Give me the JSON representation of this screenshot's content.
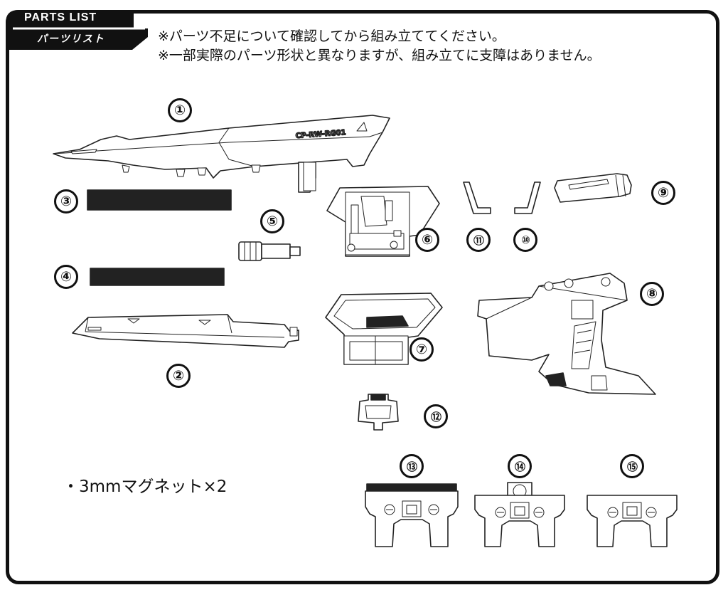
{
  "header": {
    "title_en": "PARTS LIST",
    "title_ja": "パーツリスト"
  },
  "notices": [
    "※パーツ不足について確認してから組み立ててください。",
    "※一部実際のパーツ形状と異なりますが、組み立てに支障はありません。"
  ],
  "parts": [
    {
      "number": "①"
    },
    {
      "number": "②"
    },
    {
      "number": "③"
    },
    {
      "number": "④"
    },
    {
      "number": "⑤"
    },
    {
      "number": "⑥"
    },
    {
      "number": "⑦"
    },
    {
      "number": "⑧"
    },
    {
      "number": "⑨"
    },
    {
      "number": "⑩"
    },
    {
      "number": "⑪"
    },
    {
      "number": "⑫"
    },
    {
      "number": "⑬"
    },
    {
      "number": "⑭"
    },
    {
      "number": "⑮"
    }
  ],
  "part1_marking": "CP-RW-RG01",
  "extra_item": "・3mmマグネット×2",
  "colors": {
    "line": "#111111",
    "background": "#ffffff"
  }
}
